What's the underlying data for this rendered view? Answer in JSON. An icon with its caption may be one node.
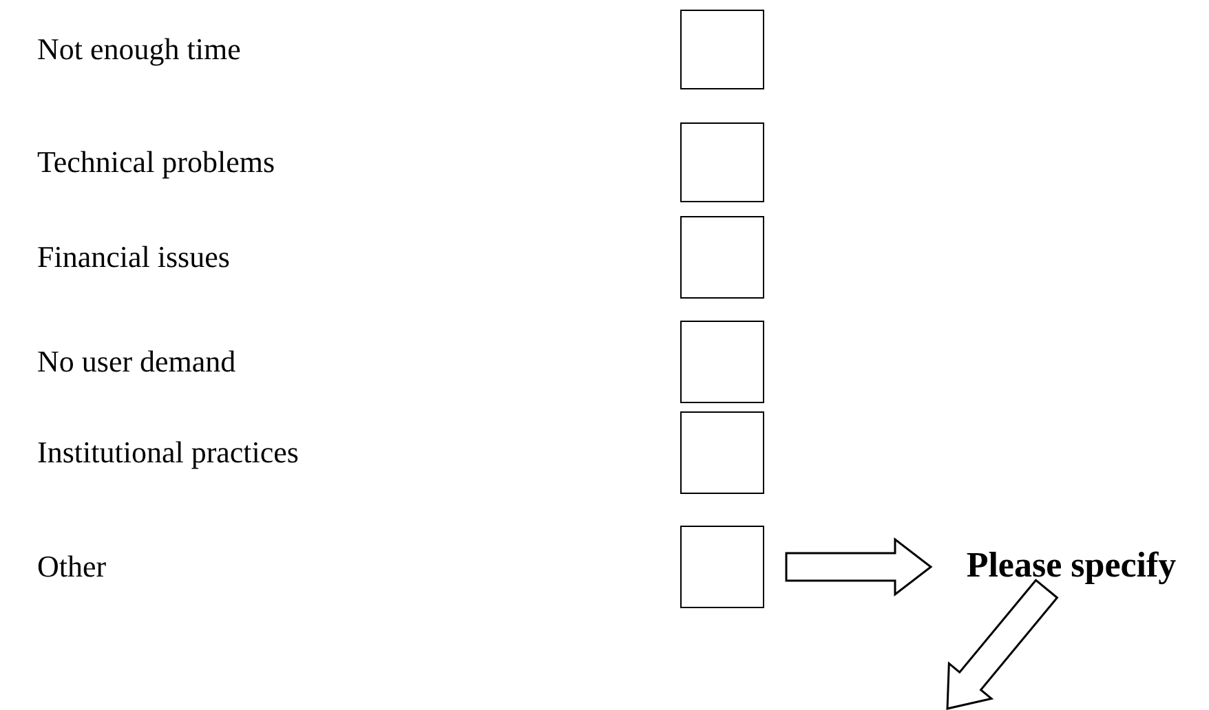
{
  "diagram": {
    "nodes": [
      {
        "text": [],
        "shape": "box"
      },
      {
        "text": [],
        "shape": "box"
      },
      {
        "text": [],
        "shape": "box"
      },
      {
        "text": [],
        "shape": "box"
      },
      {
        "text": [],
        "shape": "box"
      },
      {
        "text": [],
        "shape": "box"
      },
      {
        "text": [
          "Please specify"
        ]
      }
    ],
    "edges": [
      {
        "from": 5,
        "to": 6,
        "arrow": "to"
      },
      {
        "from": 6,
        "to": null,
        "arrow": "to"
      }
    ],
    "labels": [
      "Not enough time",
      "Technical problems",
      "Financial issues",
      "No user demand",
      "Institutional practices",
      "Other"
    ]
  }
}
